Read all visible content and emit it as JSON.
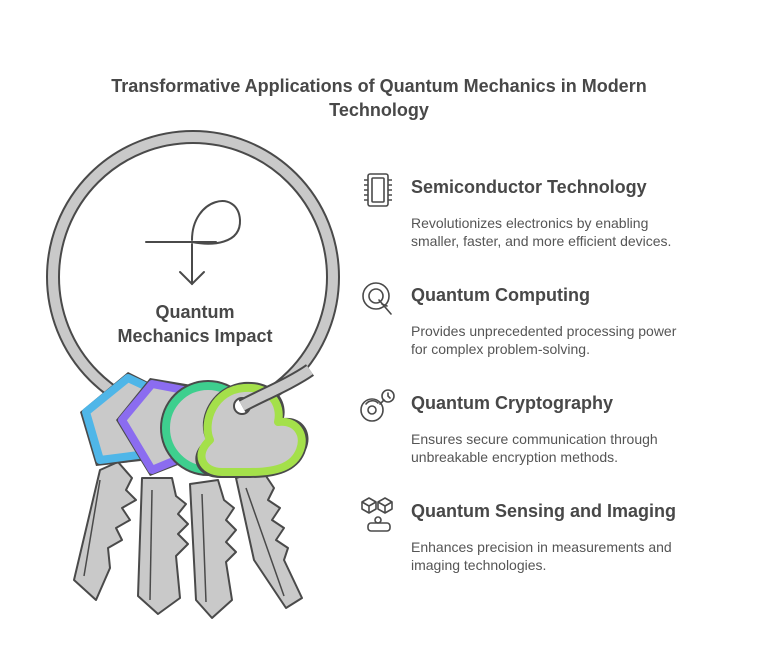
{
  "title": {
    "line1": "Transformative Applications of Quantum Mechanics in Modern",
    "line2": "Technology"
  },
  "center": {
    "line1": "Quantum",
    "line2": "Mechanics Impact"
  },
  "items": [
    {
      "heading": "Semiconductor Technology",
      "desc1": "Revolutionizes electronics by enabling",
      "desc2": "smaller, faster, and more efficient devices.",
      "icon": "chip-icon"
    },
    {
      "heading": "Quantum Computing",
      "desc1": "Provides unprecedented processing power",
      "desc2": "for complex problem-solving.",
      "icon": "magnifier-q-icon"
    },
    {
      "heading": "Quantum Cryptography",
      "desc1": "Ensures secure communication through",
      "desc2": "unbreakable encryption methods.",
      "icon": "gears-icon"
    },
    {
      "heading": "Quantum Sensing and Imaging",
      "desc1": "Enhances precision in measurements and",
      "desc2": "imaging technologies.",
      "icon": "cubes-icon"
    }
  ],
  "colors": {
    "text": "#484848",
    "key_blue": "#4fb6e8",
    "key_purple": "#8b6cf0",
    "key_green": "#3ecf8e",
    "key_lime": "#a4e04a",
    "key_gray": "#c9c9c9",
    "outline": "#4a4a4a"
  }
}
